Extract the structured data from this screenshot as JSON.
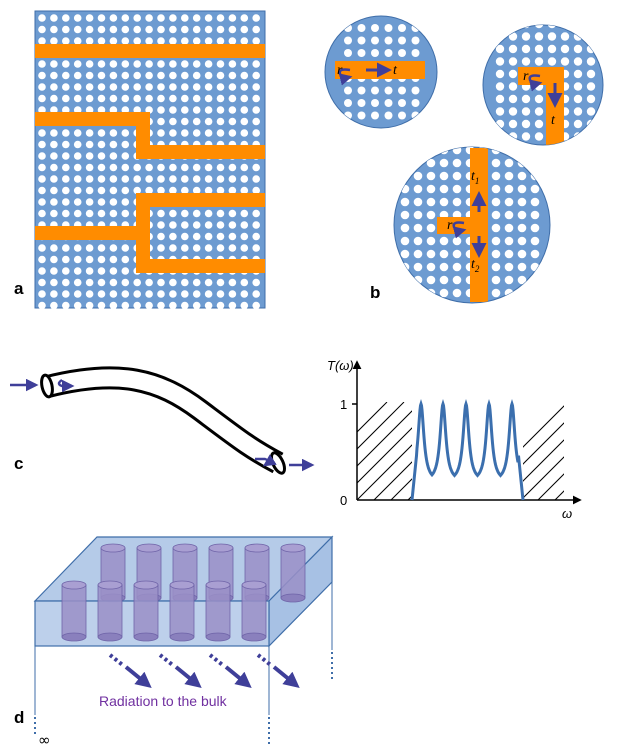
{
  "colors": {
    "crystal": "#6d9bd1",
    "crystal_edge": "#3f6ea9",
    "waveguide": "#ff8c00",
    "arrow": "#3f3f99",
    "curve": "#3b6fae",
    "rod": "#9a8fc7",
    "caption": "#7030a0"
  },
  "panels": {
    "a": {
      "label": "a"
    },
    "b": {
      "label": "b",
      "straight": {
        "r": "r",
        "t": "t"
      },
      "bend": {
        "r": "r",
        "t": "t"
      },
      "splitter": {
        "r": "r",
        "t1": "t",
        "t1_sub": "1",
        "t2": "t",
        "t2_sub": "2"
      }
    },
    "c": {
      "label": "c",
      "graph": {
        "y_axis": "T(ω)",
        "x_axis": "ω",
        "y_tick_top": "1",
        "y_tick_zero": "0"
      }
    },
    "d": {
      "label": "d",
      "caption": "Radiation to the bulk",
      "infinity": "∞"
    }
  }
}
